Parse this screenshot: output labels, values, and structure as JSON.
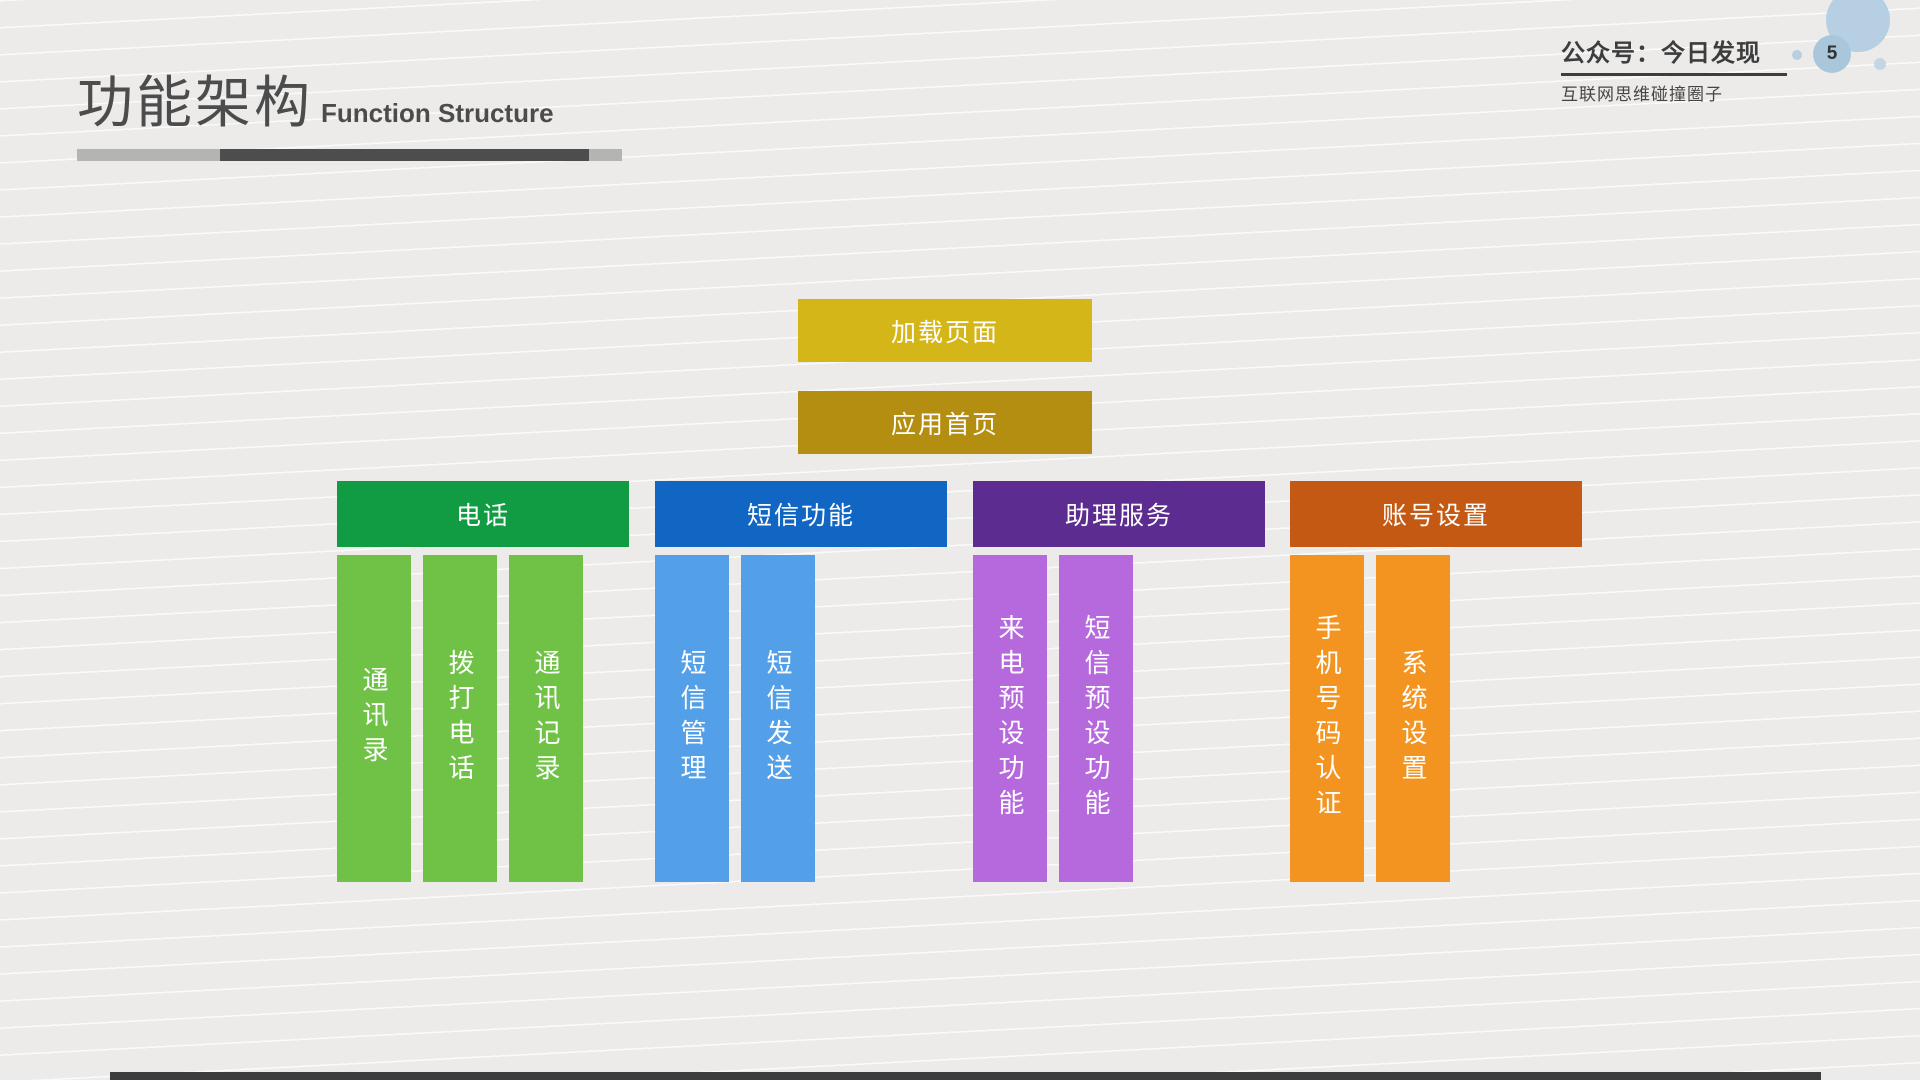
{
  "slide": {
    "title_cn": "功能架构",
    "title_en": "Function Structure",
    "watermark_line1": "公众号：今日发现",
    "watermark_line2": "互联网思维碰撞圈子",
    "page_number": "5"
  },
  "diagram": {
    "root": {
      "label": "加载页面",
      "color": "#d5b618"
    },
    "home": {
      "label": "应用首页",
      "color": "#b48e10"
    },
    "branches": [
      {
        "label": "电话",
        "header_color": "#119b42",
        "child_color": "#6fc246",
        "children": [
          "通讯录",
          "拨打电话",
          "通讯记录"
        ]
      },
      {
        "label": "短信功能",
        "header_color": "#1166c3",
        "child_color": "#54a0e8",
        "children": [
          "短信管理",
          "短信发送"
        ]
      },
      {
        "label": "助理服务",
        "header_color": "#5d2c90",
        "child_color": "#b569dd",
        "children": [
          "来电预设功能",
          "短信预设功能"
        ]
      },
      {
        "label": "账号设置",
        "header_color": "#c35913",
        "child_color": "#f2941f",
        "children": [
          "手机号码认证",
          "系统设置"
        ]
      }
    ]
  }
}
